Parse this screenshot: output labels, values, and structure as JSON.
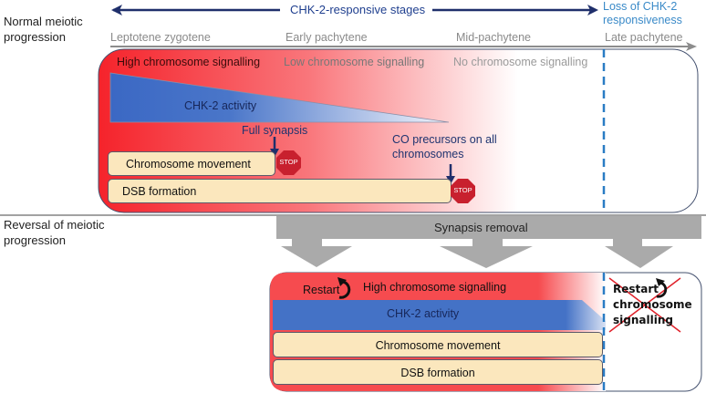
{
  "top_section": {
    "side_label": "Normal meiotic progression",
    "header": {
      "responsive_label": "CHK-2-responsive stages",
      "loss_label": "Loss of CHK-2 responsiveness"
    },
    "stages": [
      "Leptotene zygotene",
      "Early pachytene",
      "Mid-pachytene",
      "Late pachytene"
    ],
    "signalling": {
      "high": "High chromosome signalling",
      "low": "Low chromosome signalling",
      "none": "No chromosome signalling"
    },
    "chk2_label": "CHK-2 activity",
    "full_synapsis": "Full synapsis",
    "co_precursors": "CO precursors on all chromosomes",
    "chromosome_movement": "Chromosome movement",
    "dsb_formation": "DSB formation",
    "stop_label": "STOP"
  },
  "bottom_section": {
    "side_label": "Reversal of meiotic progression",
    "synapsis_removal": "Synapsis removal",
    "restart": "Restart",
    "high_signalling": "High chromosome signalling",
    "chk2_label": "CHK-2 activity",
    "chromosome_movement": "Chromosome movement",
    "dsb_formation": "DSB formation",
    "crossed_out": "Restart chromosome signalling"
  },
  "colors": {
    "signal_red": "#f5232b",
    "chk2_blue": "#3f6fc6",
    "box_fill": "#fbe7bd",
    "stop_red": "#c8202e",
    "arrow_navy": "#1f2f6b",
    "dashed_blue": "#2a7cc4",
    "removal_grey": "#aaaaaa"
  }
}
